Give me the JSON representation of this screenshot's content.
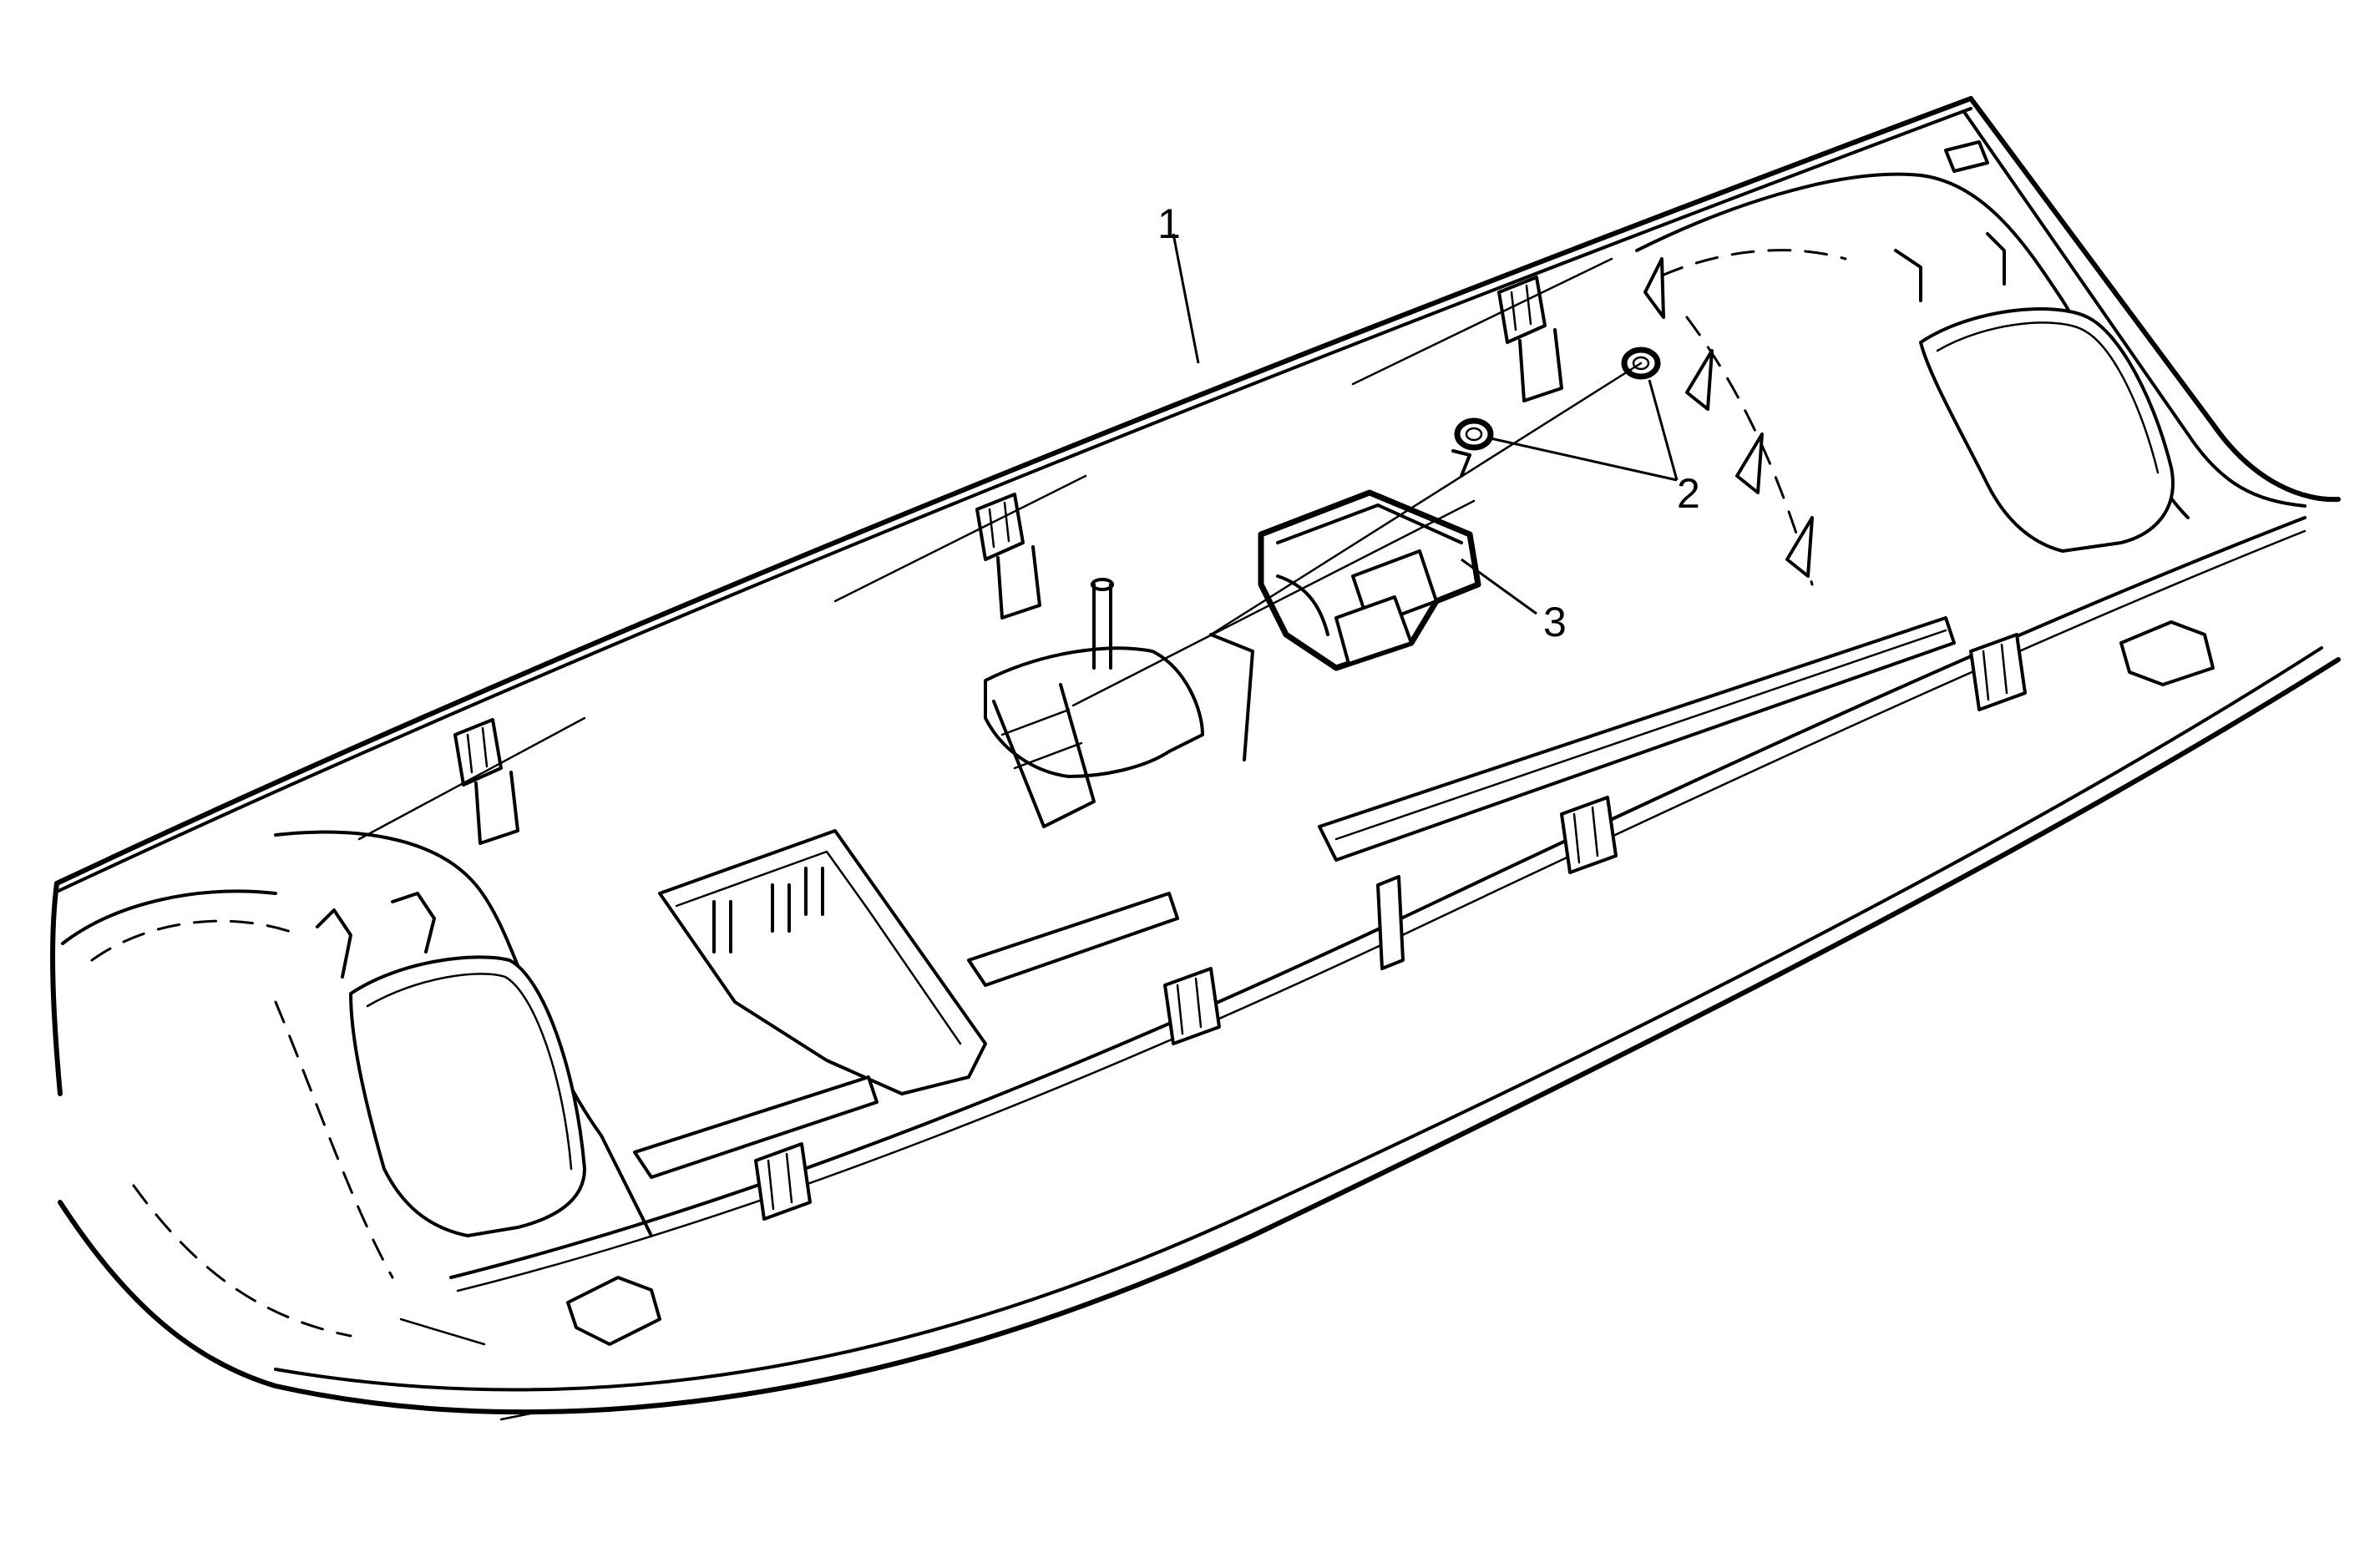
{
  "figure": {
    "callouts": {
      "trim_panel": "1",
      "fasteners": "2",
      "module": "3"
    }
  }
}
